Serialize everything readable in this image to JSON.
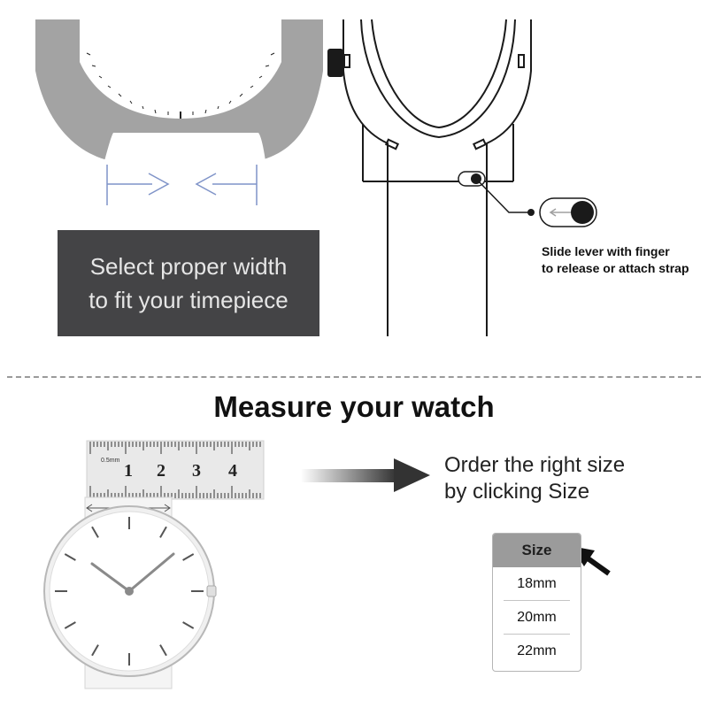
{
  "width_caption": {
    "line1": "Select proper width",
    "line2": "to fit your timepiece"
  },
  "lever_caption": {
    "line1": "Slide lever with finger",
    "line2": "to release or attach strap"
  },
  "section_title": "Measure your watch",
  "ruler": {
    "unit_label": "0.5mm",
    "numbers": [
      "1",
      "2",
      "3",
      "4"
    ]
  },
  "order_text": {
    "line1": "Order the right size",
    "line2": "by clicking Size"
  },
  "size_selector": {
    "header": "Size",
    "options": [
      "18mm",
      "20mm",
      "22mm"
    ]
  },
  "colors": {
    "caption_bg": "#444446",
    "watch_gray": "#a3a3a3",
    "size_header_bg": "#9b9b9b",
    "arrow_blue": "#7f93c8"
  }
}
